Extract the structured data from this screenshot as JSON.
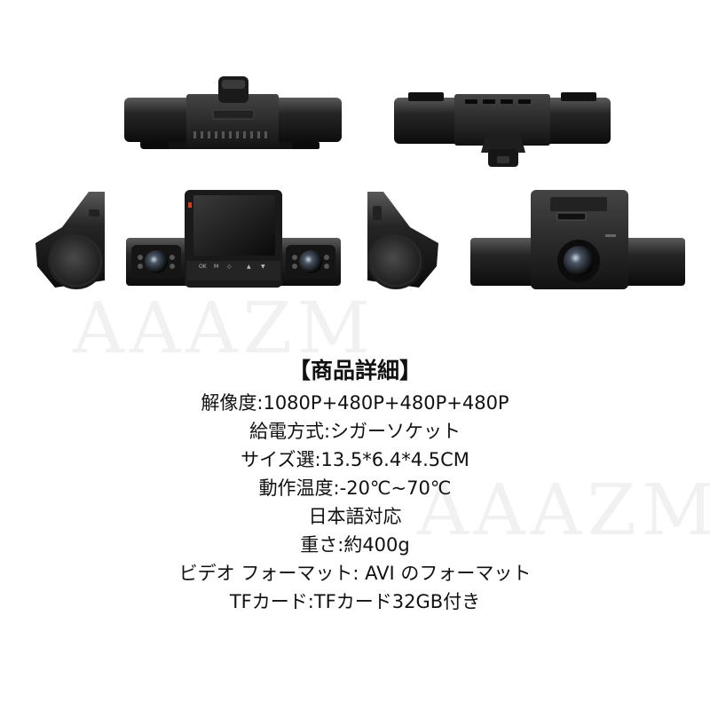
{
  "watermark": "AAAZM",
  "title": "【商品詳細】",
  "specs": [
    "解像度:1080P+480P+480P+480P",
    "給電方式:シガーソケット",
    "サイズ選:13.5*6.4*4.5CM",
    "動作温度:-20℃~70℃",
    "日本語対応",
    "重さ:約400g",
    "ビデオ フォーマット: AVI のフォーマット",
    "TFカード:TFカード32GB付き"
  ],
  "camera_buttons": [
    "OK",
    "M",
    "◇",
    "▲",
    "▼"
  ]
}
